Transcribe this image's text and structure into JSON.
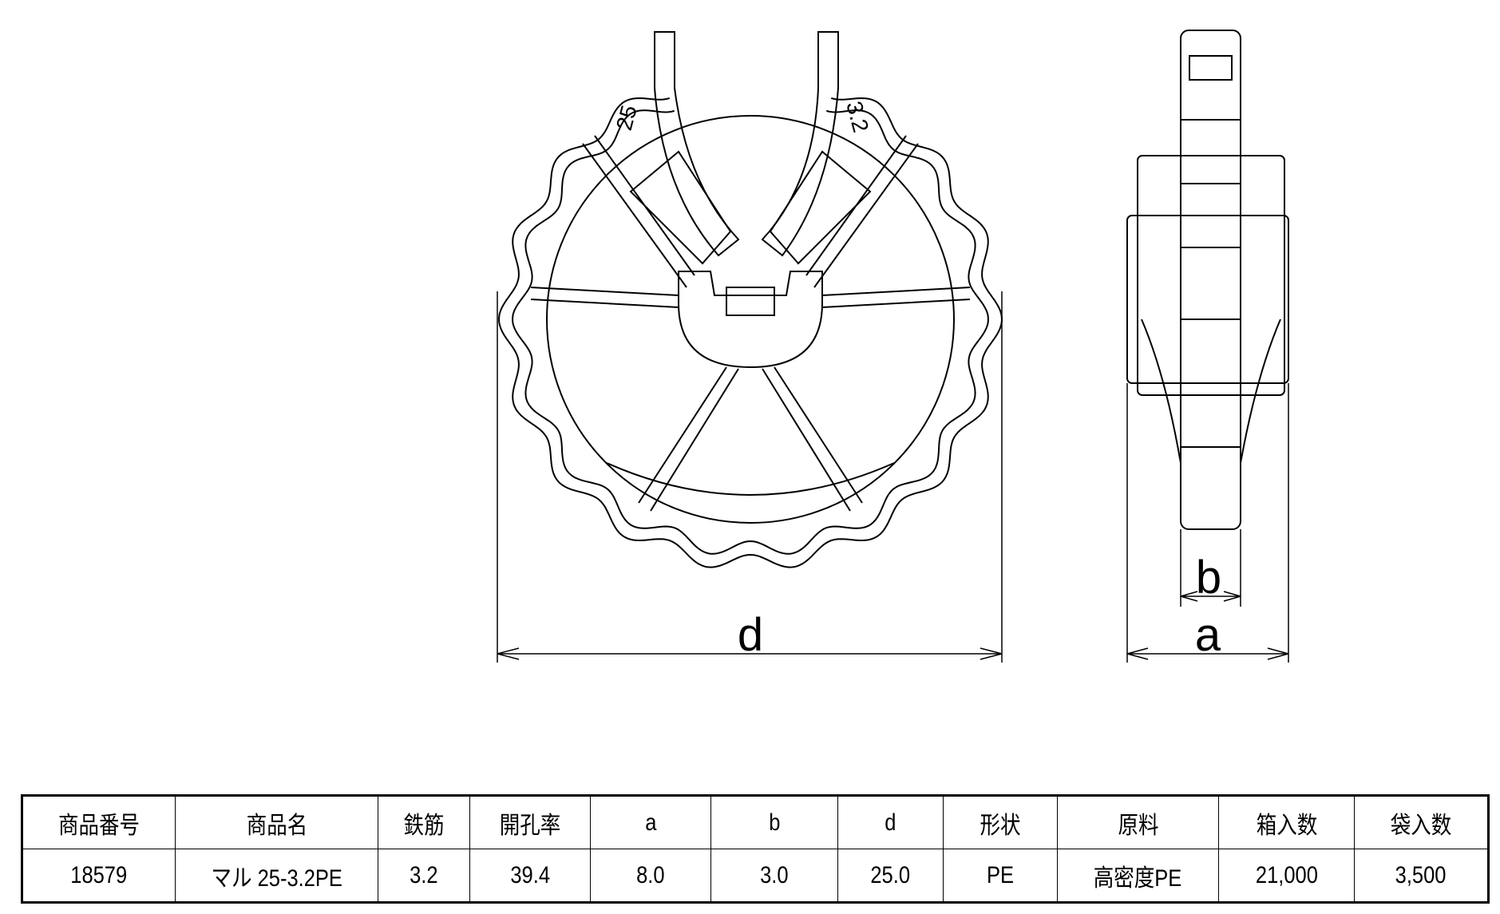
{
  "drawing": {
    "front_marks": {
      "left": "25",
      "right": "3.2"
    },
    "dimensions": {
      "d": "d",
      "a": "a",
      "b": "b"
    }
  },
  "table": {
    "headers": [
      "商品番号",
      "商品名",
      "鉄筋",
      "開孔率",
      "a",
      "b",
      "d",
      "形状",
      "原料",
      "箱入数",
      "袋入数"
    ],
    "rows": [
      [
        "18579",
        "マル 25-3.2PE",
        "3.2",
        "39.4",
        "8.0",
        "3.0",
        "25.0",
        "PE",
        "高密度PE",
        "21,000",
        "3,500"
      ]
    ]
  }
}
